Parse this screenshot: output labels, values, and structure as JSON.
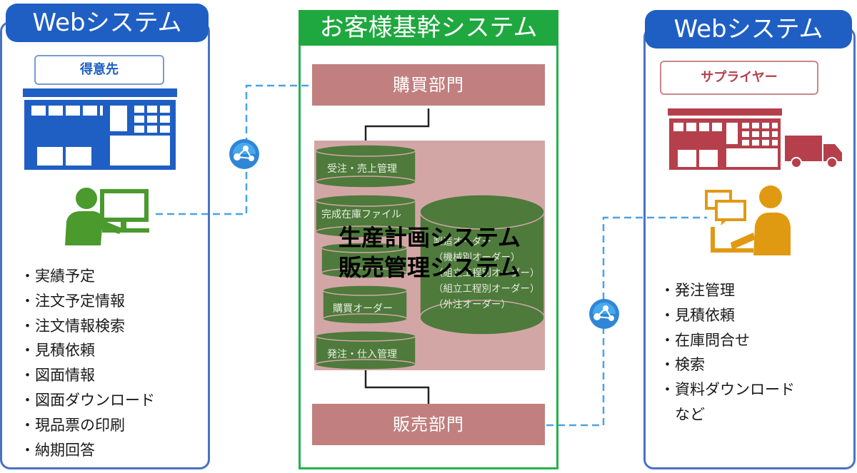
{
  "left_system": {
    "title": "Webシステム",
    "customer_label": "得意先",
    "items": [
      "実績予定",
      "注文予定情報",
      "注文情報検索",
      "見積依頼",
      "図面情報",
      "図面ダウンロード",
      "現品票の印刷",
      "納期回答"
    ]
  },
  "center_system": {
    "title": "お客様基幹システム",
    "purchasing_dept": "購買部門",
    "sales_dept": "販売部門",
    "databases": [
      "受注・売上管理",
      "完成在庫ファイル",
      "購買オーダー",
      "発注・仕入管理"
    ],
    "big_db_lines": [
      "製造オーダー",
      "（機械別オーダー）",
      "（組立工程別オーダー）",
      "（組立工程別オーダー）",
      "（外注オーダー）"
    ],
    "overlay_line1": "生産計画システム",
    "overlay_line2": "販売管理システム"
  },
  "right_system": {
    "title": "Webシステム",
    "supplier_label": "サプライヤー",
    "items": [
      "発注管理",
      "見積依頼",
      "在庫問合せ",
      "検索",
      "資料ダウンロード"
    ],
    "items_tail": "など"
  },
  "colors": {
    "web_blue": "#1f5fc4",
    "panel_border": "#4a72c0",
    "center_green": "#1fa83f",
    "dept_rose": "#c17f7f",
    "db_green": "#4e7a3c",
    "supplier_red": "#b5404c",
    "operator_green": "#4a9a2e",
    "operator_orange": "#e09a12",
    "link_dash": "#4aa3e6"
  }
}
